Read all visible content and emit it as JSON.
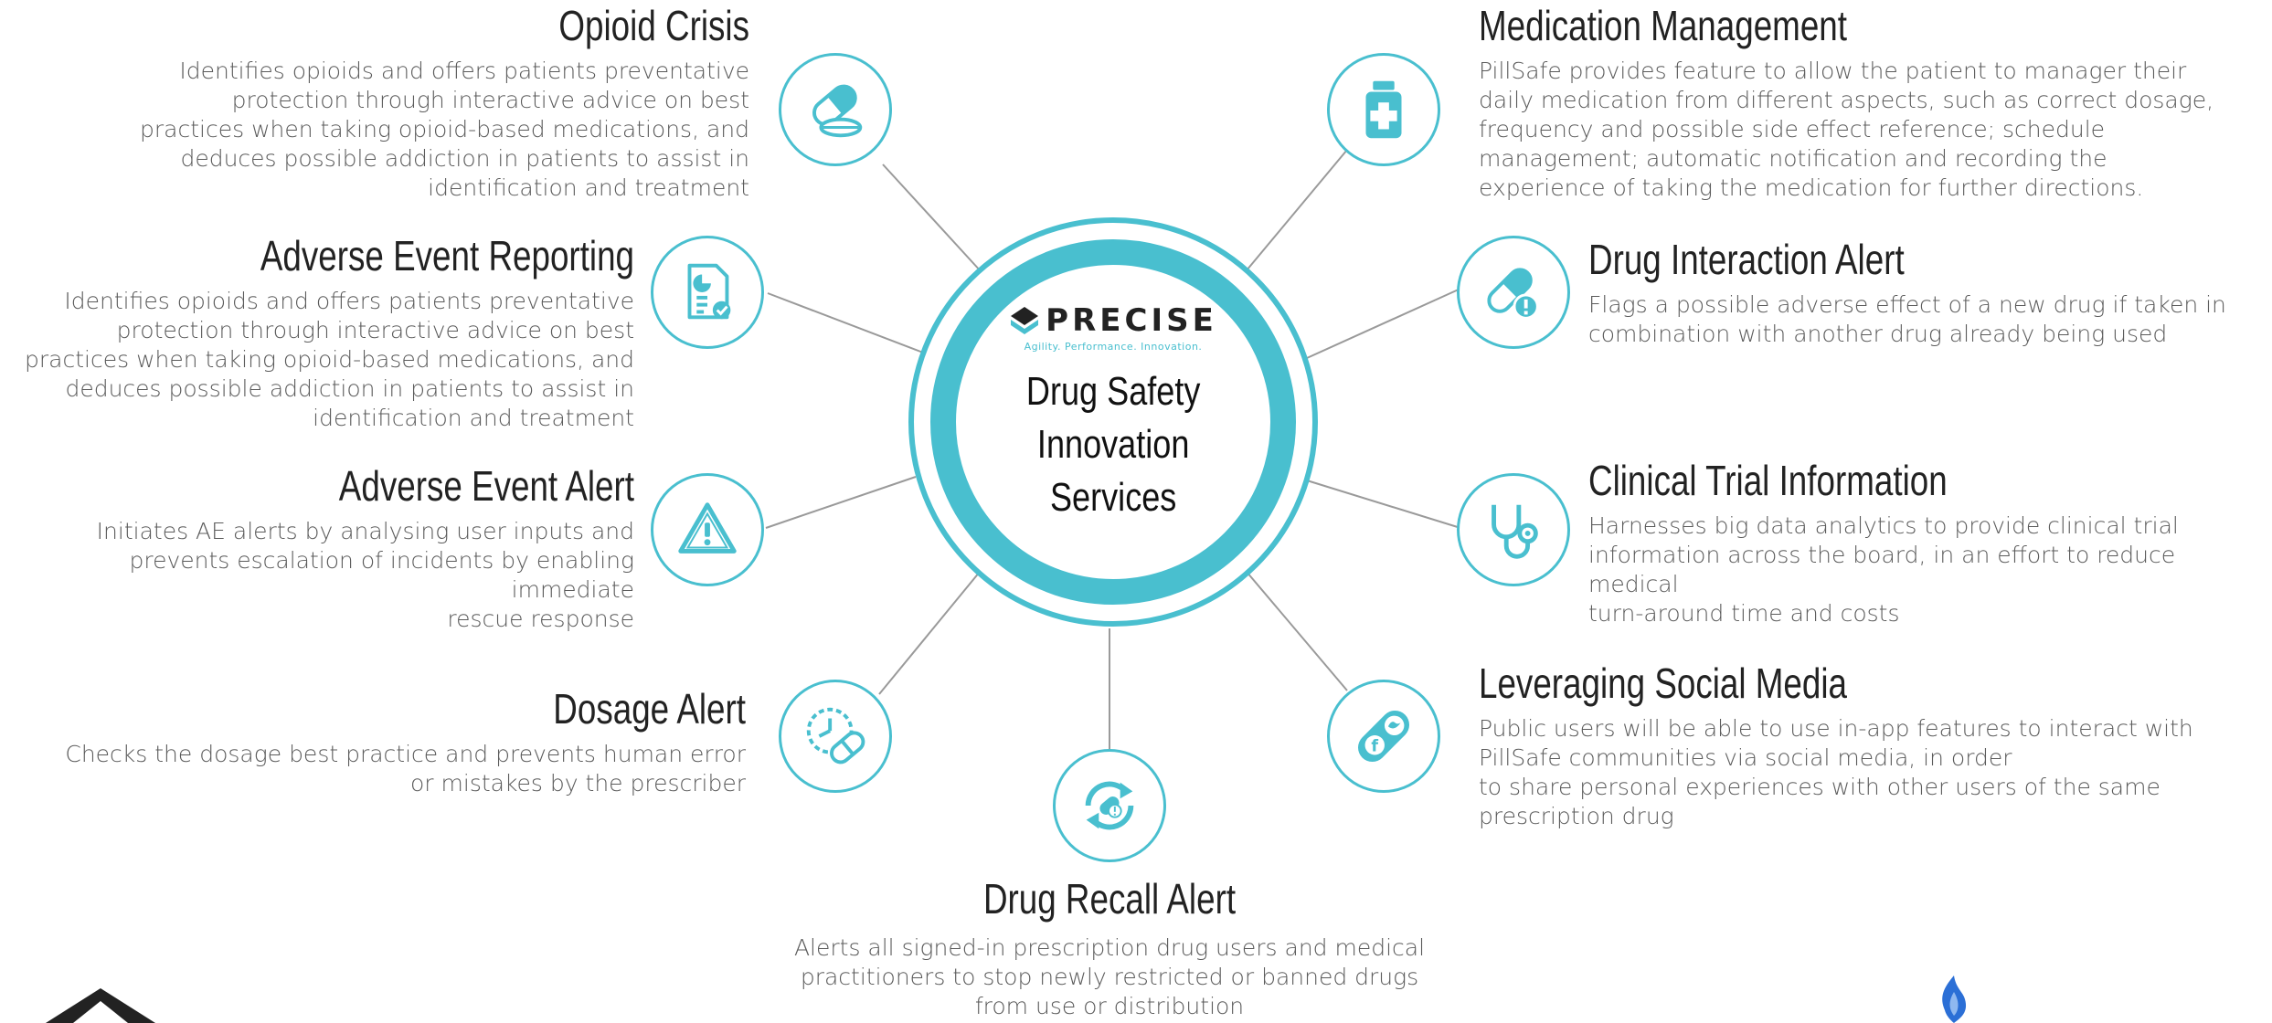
{
  "hub": {
    "brand_name": "PRECISE",
    "brand_tagline": "Agility. Performance. Innovation.",
    "title_line1": "Drug Safety",
    "title_line2": "Innovation",
    "title_line3": "Services"
  },
  "colors": {
    "accent": "#49bfcf",
    "text_dark": "#222222",
    "text_body": "#5b5b5b",
    "connector": "#9a9a9a"
  },
  "services": {
    "opioid_crisis": {
      "title": "Opioid Crisis",
      "desc": [
        "Identifies opioids and offers patients preventative",
        "protection through interactive advice on best",
        "practices when taking opioid-based medications, and",
        "deduces possible addiction in patients to assist in",
        "identification and treatment"
      ],
      "icon": "pill-capsule-icon"
    },
    "adverse_event_reporting": {
      "title": "Adverse Event Reporting",
      "desc": [
        "Identifies opioids and offers patients preventative",
        "protection through interactive advice on best",
        "practices when taking opioid-based medications, and",
        "deduces possible addiction in patients to assist in",
        "identification and treatment"
      ],
      "icon": "report-document-icon"
    },
    "adverse_event_alert": {
      "title": "Adverse Event Alert",
      "desc": [
        "Initiates AE alerts by analysing user inputs and",
        "prevents escalation of incidents by enabling immediate",
        "rescue response"
      ],
      "icon": "warning-triangle-icon"
    },
    "dosage_alert": {
      "title": "Dosage Alert",
      "desc": [
        "Checks the dosage best practice and prevents human error",
        "or mistakes by the prescriber"
      ],
      "icon": "clock-pill-icon"
    },
    "drug_recall_alert": {
      "title": "Drug Recall Alert",
      "desc": [
        "Alerts all signed-in prescription drug users and medical",
        "practitioners to stop newly restricted or banned drugs",
        "from use or distribution"
      ],
      "icon": "recall-cycle-icon"
    },
    "medication_management": {
      "title": "Medication Management",
      "desc": [
        "PillSafe provides feature to allow the patient to manager their",
        "daily medication from different aspects, such as correct dosage,",
        "frequency and possible side effect reference; schedule",
        "management; automatic notification and recording the",
        "experience of taking the medication for further directions."
      ],
      "icon": "medicine-bottle-icon"
    },
    "drug_interaction_alert": {
      "title": "Drug Interaction Alert",
      "desc": [
        "Flags a possible adverse effect of a new drug if taken in",
        "combination with another drug already being used"
      ],
      "icon": "capsule-alert-icon"
    },
    "clinical_trial_information": {
      "title": "Clinical Trial Information",
      "desc": [
        "Harnesses big data analytics to provide clinical trial",
        "information across the board, in an effort to reduce medical",
        "turn-around time and costs"
      ],
      "icon": "stethoscope-icon"
    },
    "leveraging_social_media": {
      "title": "Leveraging Social Media",
      "desc": [
        "Public users will be able to use in-app features to interact with",
        "PillSafe communities via social media, in order",
        "to share personal experiences with other users of the same",
        "prescription drug"
      ],
      "icon": "social-capsule-icon"
    }
  }
}
